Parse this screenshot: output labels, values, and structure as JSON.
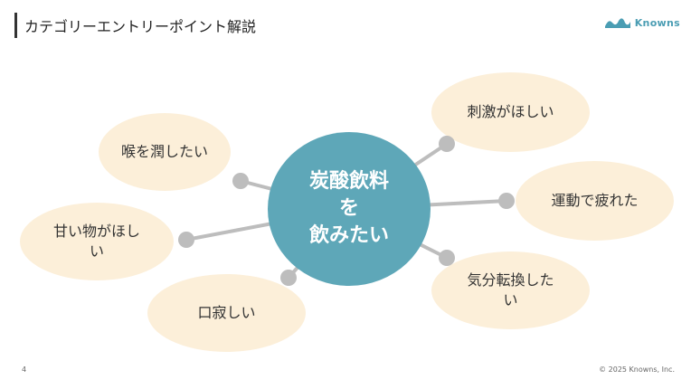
{
  "header": {
    "title": "カテゴリーエントリーポイント解説"
  },
  "logo": {
    "name": "Knowns",
    "icon": "knowns-wave-icon",
    "color": "#4a9db3"
  },
  "diagram": {
    "center": {
      "lines": [
        "炭酸飲料",
        "を",
        "飲みたい"
      ],
      "color": "#5ea7b8"
    },
    "node_color": "#fcefd9",
    "nodes": [
      {
        "label": "喉を潤したい"
      },
      {
        "label": "甘い物がほしい"
      },
      {
        "label": "口寂しい"
      },
      {
        "label": "刺激がほしい"
      },
      {
        "label": "運動で疲れた"
      },
      {
        "label": "気分転換したい"
      }
    ]
  },
  "footer": {
    "page_number": "4",
    "copyright": "© 2025 Knowns, Inc."
  }
}
